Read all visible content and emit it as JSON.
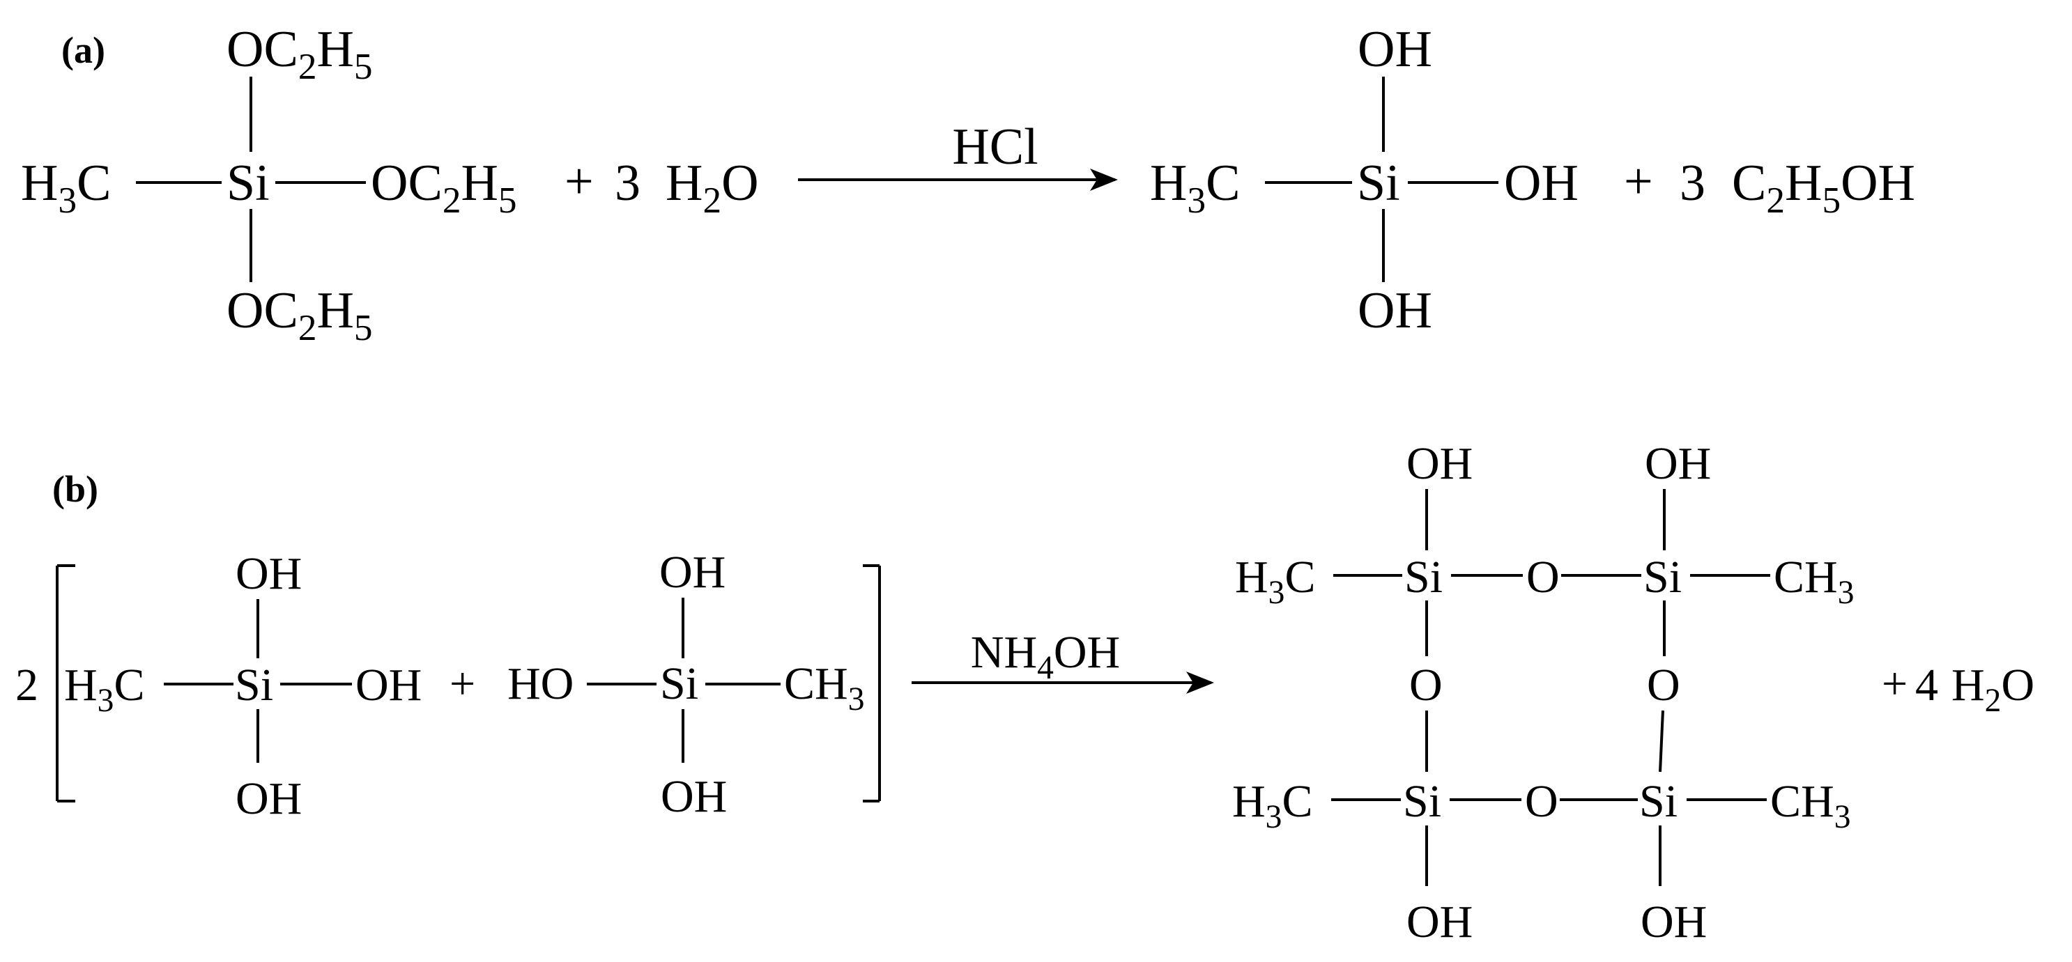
{
  "part_a": {
    "label": "(a)",
    "reactant": {
      "left_group": [
        "H",
        "3",
        "C"
      ],
      "center": "Si",
      "top_group": [
        "OC",
        "2",
        "H",
        "5"
      ],
      "right_group": [
        "OC",
        "2",
        "H",
        "5"
      ],
      "bottom_group": [
        "OC",
        "2",
        "H",
        "5"
      ]
    },
    "coreactant": {
      "plus": "+",
      "coeff": "3",
      "formula": [
        "H",
        "2",
        "O"
      ]
    },
    "catalyst": "HCl",
    "product": {
      "left_group": [
        "H",
        "3",
        "C"
      ],
      "center": "Si",
      "top_group": "OH",
      "right_group": "OH",
      "bottom_group": "OH"
    },
    "byproduct": {
      "plus": "+",
      "coeff": "3",
      "formula": [
        "C",
        "2",
        "H",
        "5",
        "OH"
      ]
    }
  },
  "part_b": {
    "label": "(b)",
    "coefficient": "2",
    "reactant1": {
      "left_group": [
        "H",
        "3",
        "C"
      ],
      "center": "Si",
      "top_group": "OH",
      "right_group": "OH",
      "bottom_group": "OH"
    },
    "plus": "+",
    "reactant2": {
      "left_group": "HO",
      "center": "Si",
      "top_group": "OH",
      "right_group": [
        "CH",
        "3"
      ],
      "bottom_group": "OH"
    },
    "catalyst": [
      "NH",
      "4",
      "OH"
    ],
    "product": {
      "si": "Si",
      "bridge_o": "O",
      "hydroxyl": "OH",
      "methyl_left": [
        "H",
        "3",
        "C"
      ],
      "methyl_right": [
        "CH",
        "3"
      ]
    },
    "byproduct": {
      "plus": "+",
      "coeff": "4",
      "formula": [
        "H",
        "2",
        "O"
      ]
    }
  }
}
